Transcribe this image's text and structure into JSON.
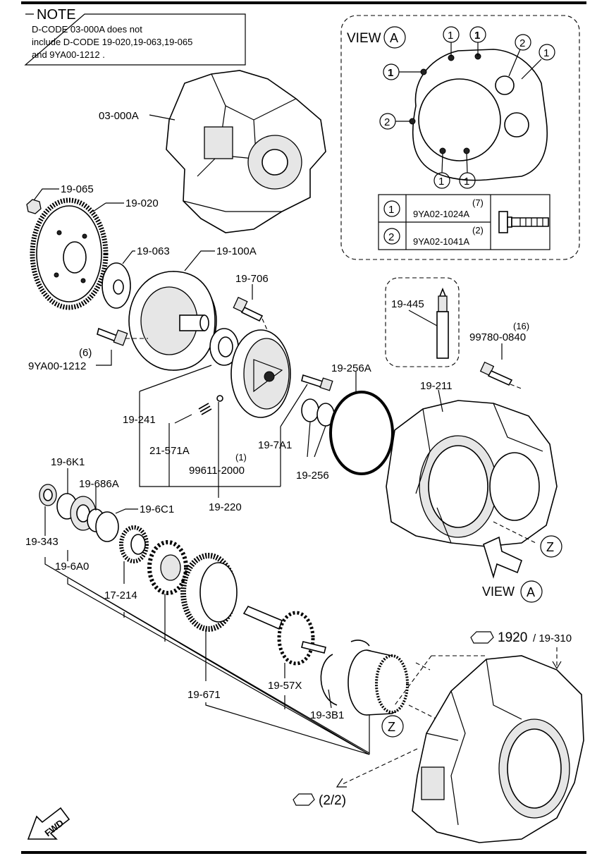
{
  "note": {
    "title": "NOTE",
    "lines": [
      "D-CODE 03-000A does not",
      "include D-CODE 19-020,19-063,19-065",
      "and 9YA00-1212 ."
    ]
  },
  "view_a": {
    "title": "VIEW",
    "letter": "A",
    "markers": [
      "1",
      "1",
      "1",
      "2",
      "1",
      "2",
      "1",
      "1"
    ],
    "table": [
      {
        "num": "1",
        "qty": "(7)",
        "part": "9YA02-1024A"
      },
      {
        "num": "2",
        "qty": "(2)",
        "part": "9YA02-1041A"
      }
    ]
  },
  "labels": {
    "p03_000A": "03-000A",
    "p19_065": "19-065",
    "p19_020": "19-020",
    "p19_063": "19-063",
    "p19_100A": "19-100A",
    "p19_706": "19-706",
    "p9YA00_1212": "9YA00-1212",
    "p9YA00_1212_qty": "(6)",
    "p19_445": "19-445",
    "p99780_0840": "99780-0840",
    "p99780_0840_qty": "(16)",
    "p19_256A": "19-256A",
    "p19_211": "19-211",
    "p19_241": "19-241",
    "p21_571A": "21-571A",
    "p99611_2000": "99611-2000",
    "p99611_2000_qty": "(1)",
    "p19_7A1": "19-7A1",
    "p19_256": "19-256",
    "p19_220": "19-220",
    "p19_6K1": "19-6K1",
    "p19_686A": "19-686A",
    "p19_6C1": "19-6C1",
    "p19_343": "19-343",
    "p19_6A0": "19-6A0",
    "p17_214": "17-214",
    "p19_671": "19-671",
    "p19_57X": "19-57X",
    "p19_3B1": "19-3B1",
    "z_marker_1": "Z",
    "z_marker_2": "Z",
    "view_a_arrow_title": "VIEW",
    "view_a_arrow_letter": "A",
    "ref_1920": "1920",
    "ref_19_310": "/ 19-310",
    "ref_2_2": "(2/2)",
    "fwd": "FWD"
  }
}
